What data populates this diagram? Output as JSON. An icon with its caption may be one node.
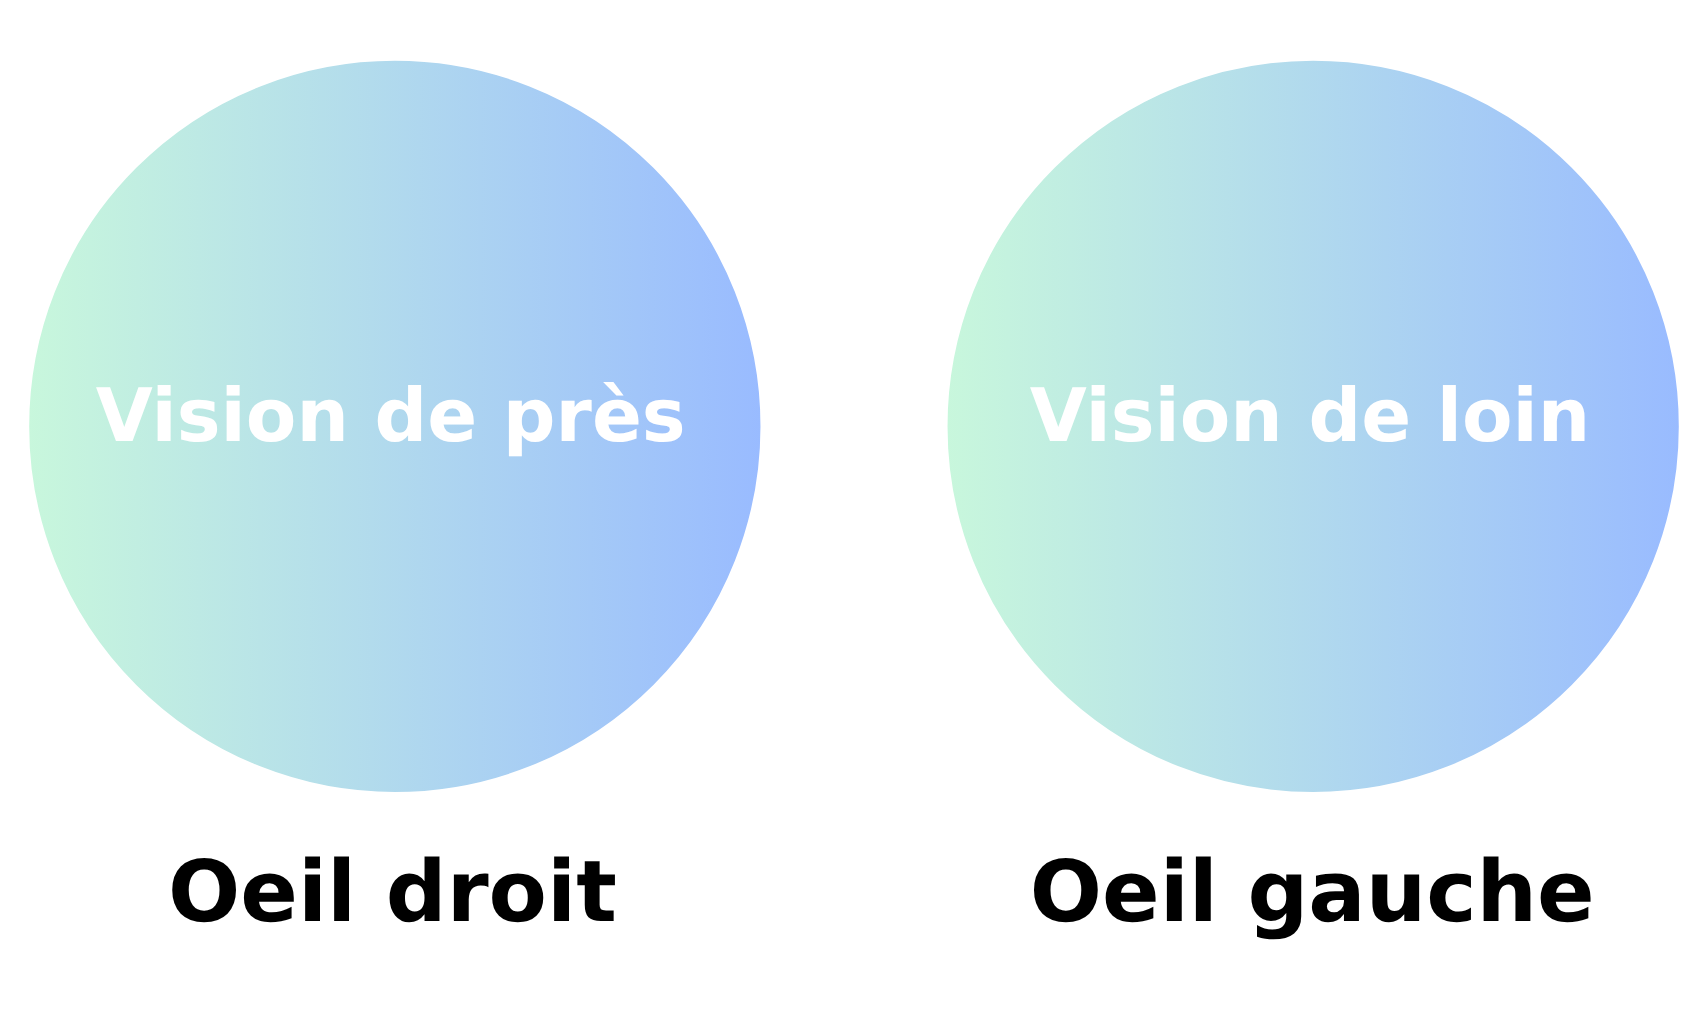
{
  "diagram": {
    "nodes": [
      {
        "text": [
          "Vision de près"
        ],
        "beside": [
          "Oeil droit"
        ]
      },
      {
        "text": [
          "Vision de loin"
        ],
        "beside": [
          "Oeil gauche"
        ]
      }
    ],
    "edges": []
  }
}
